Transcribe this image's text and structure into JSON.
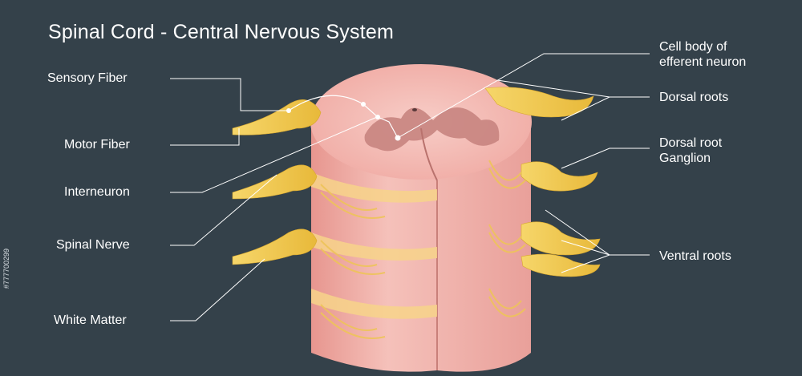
{
  "title": "Spinal Cord - Central Nervous System",
  "left_labels": {
    "sensory_fiber": "Sensory Fiber",
    "motor_fiber": "Motor Fiber",
    "interneuron": "Interneuron",
    "spinal_nerve": "Spinal Nerve",
    "white_matter": "White Matter"
  },
  "right_labels": {
    "cell_body_line1": "Cell body of",
    "cell_body_line2": "efferent neuron",
    "dorsal_roots": "Dorsal roots",
    "dorsal_root_ganglion_line1": "Dorsal root",
    "dorsal_root_ganglion_line2": "Ganglion",
    "ventral_roots": "Ventral roots"
  },
  "stock_id": "#777700299",
  "colors": {
    "background": "#34414a",
    "cord_pink": "#f1a9a2",
    "cord_light": "#f7c9c2",
    "grey_matter": "#c9837e",
    "nerve_yellow": "#f2c94c",
    "leader_line": "#ffffff"
  }
}
